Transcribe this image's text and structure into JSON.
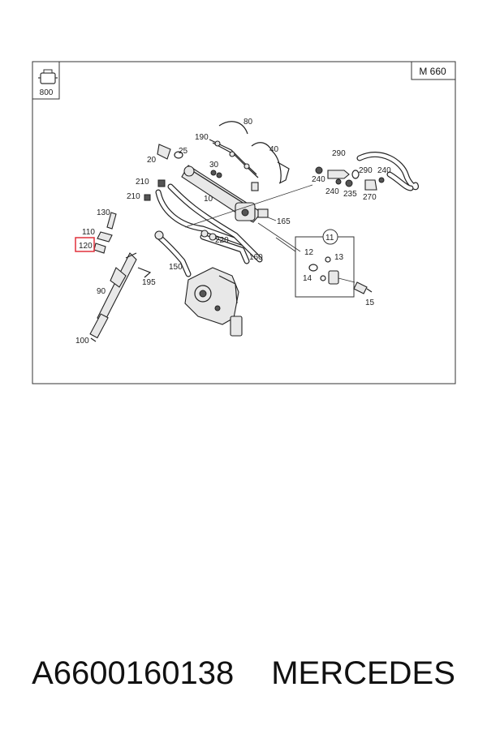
{
  "diagram": {
    "model_code": "M 660",
    "group_code": "800",
    "highlighted_part": "120",
    "part_labels": {
      "p10": "10",
      "p11": "11",
      "p12": "12",
      "p13": "13",
      "p14": "14",
      "p15": "15",
      "p20": "20",
      "p25": "25",
      "p30": "30",
      "p40": "40",
      "p80": "80",
      "p90": "90",
      "p100": "100",
      "p110": "110",
      "p120": "120",
      "p130": "130",
      "p150": "150",
      "p160": "160",
      "p165": "165",
      "p190": "190",
      "p195": "195",
      "p210a": "210",
      "p210b": "210",
      "p220": "220",
      "p235": "235",
      "p240a": "240",
      "p240b": "240",
      "p240c": "240",
      "p270": "270",
      "p290a": "290",
      "p290b": "290"
    }
  },
  "footer": {
    "part_number": "A6600160138",
    "brand": "MERCEDES"
  },
  "colors": {
    "highlight": "#e0313c",
    "line": "#222222"
  }
}
